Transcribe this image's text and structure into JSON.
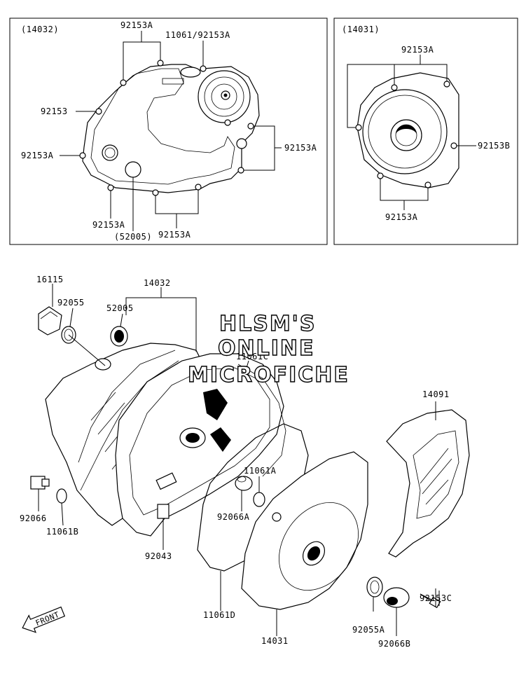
{
  "watermark": [
    "HLSM'S",
    "ONLINE",
    "MICROFICHE"
  ],
  "front_label": "FRONT",
  "inset_left": {
    "title": "(14032)",
    "labels": {
      "top_pair": "92153A",
      "top_right": "11061/92153A",
      "left_single": "92153",
      "left_a": "92153A",
      "right_group": "92153A",
      "bottom_left": "92153A",
      "bottom_plug": "(52005)",
      "bottom_pair": "92153A"
    }
  },
  "inset_right": {
    "title": "(14031)",
    "labels": {
      "top_pair": "92153A",
      "right_single": "92153B",
      "bottom_pair": "92153A"
    }
  },
  "main": {
    "labels": {
      "p16115": "16115",
      "p92055": "92055",
      "p14032": "14032",
      "p52005": "52005",
      "p11061c": "11061C",
      "p14091": "14091",
      "p11061a": "11061A",
      "p92066a": "92066A",
      "p92066": "92066",
      "p11061b": "11061B",
      "p92043": "92043",
      "p11061d": "11061D",
      "p14031": "14031",
      "p92055a": "92055A",
      "p92066b": "92066B",
      "p92153c": "92153C"
    }
  }
}
